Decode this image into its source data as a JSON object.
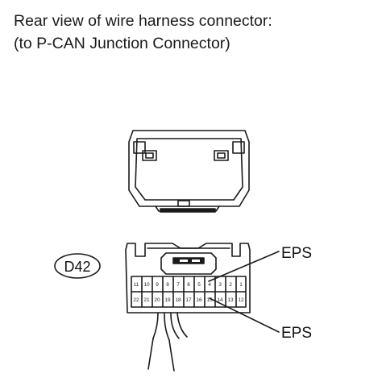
{
  "caption": {
    "line1": "Rear view of wire harness connector:",
    "line2": "(to P-CAN Junction Connector)"
  },
  "connector_id": "D42",
  "callouts": {
    "top": "EPS",
    "bottom": "EPS"
  },
  "pins": {
    "top_row": [
      "11",
      "10",
      "9",
      "8",
      "7",
      "6",
      "5",
      "4",
      "3",
      "2",
      "1"
    ],
    "bottom_row": [
      "22",
      "21",
      "20",
      "19",
      "18",
      "17",
      "16",
      "15",
      "14",
      "13",
      "12"
    ]
  },
  "colors": {
    "line": "#1a1a1a",
    "background": "#ffffff"
  }
}
